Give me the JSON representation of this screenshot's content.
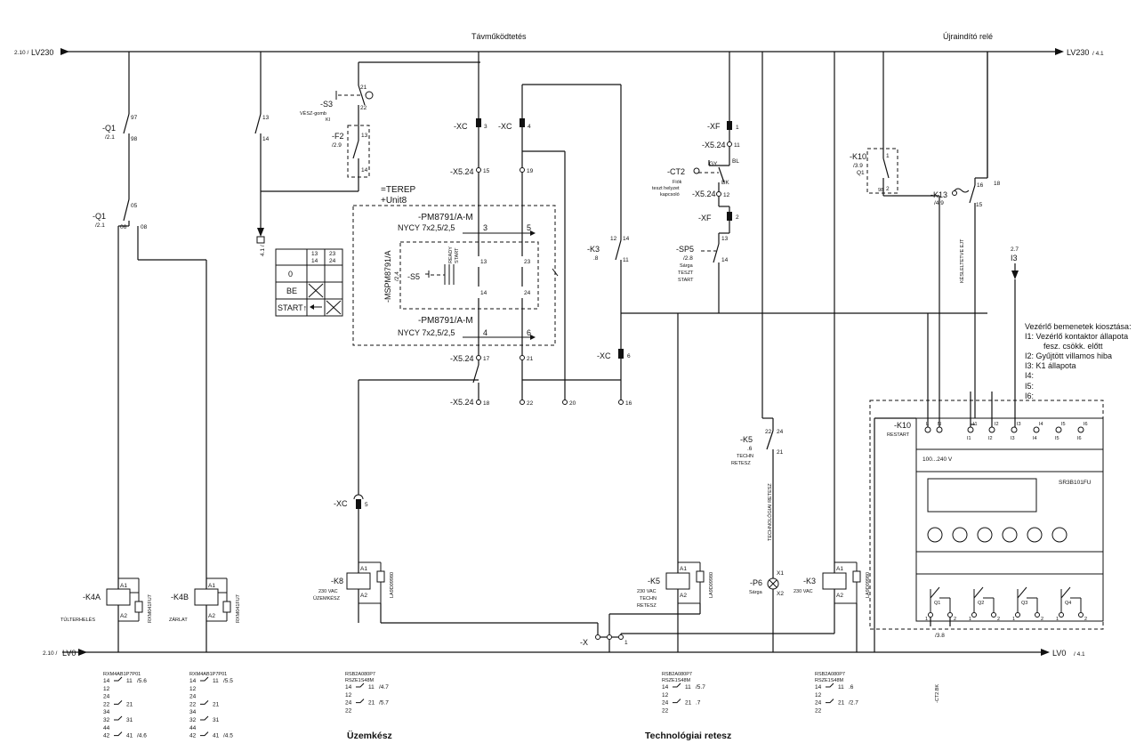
{
  "top": {
    "rail_left_ref": "2.10 /",
    "rail_left": "LV230",
    "rail_right": "LV230",
    "rail_right_ref": "/ 4.1",
    "section_remote": "Távműködtetés",
    "section_restart": "Újraindító relé"
  },
  "bottom": {
    "rail_left_ref": "2.10 /",
    "rail_left": "LV0",
    "rail_right": "LV0",
    "rail_right_ref": "/ 4.1",
    "caption_uzemkesz": "Üzemkész",
    "caption_tech": "Technológiai retesz"
  },
  "q1": {
    "name_top": "-Q1",
    "ref_top": "/2.1",
    "t97": "97",
    "t98": "98",
    "name_mid": "-Q1",
    "ref_mid": "/2.1",
    "t05": "05",
    "t06": "06",
    "t08": "08"
  },
  "s3": {
    "name": "-S3",
    "desc1": "VÉSZ-gomb",
    "desc2": "KI",
    "t21": "21",
    "t22": "22"
  },
  "f2": {
    "name": "-F2",
    "ref": "/2.9",
    "t13": "13",
    "t14": "14"
  },
  "branch13": {
    "t13": "13",
    "t14": "14",
    "ref": "4.1 /"
  },
  "xc": {
    "name": "-XC",
    "t3": "3",
    "t4": "4",
    "t5": "5",
    "t6": "6"
  },
  "x524": {
    "name": "-X5.24",
    "t15": "15",
    "t19": "19",
    "t17": "17",
    "t21": "21",
    "t18": "18",
    "t22": "22",
    "t20": "20",
    "t16": "16",
    "t11": "11",
    "t12": "12"
  },
  "terep": {
    "line1": "=TEREP",
    "line2": "+Unit8"
  },
  "cable": {
    "top_name": "-PM8791/A-M",
    "top_type": "NYCY 7x2,5/2,5",
    "bot_name": "-PM8791/A-M",
    "bot_type": "NYCY 7x2,5/2,5",
    "c3": "3",
    "c5": "5",
    "c4": "4",
    "c6": "6"
  },
  "mspm": {
    "name": "-MSPM8791/A",
    "ref": "/2.4",
    "s5": "-S5",
    "ready": "READY",
    "start": "START",
    "t13": "13",
    "t23": "23",
    "t14": "14",
    "t24": "24"
  },
  "switch_table": {
    "h1": "13\n14",
    "h1a": "13",
    "h1b": "14",
    "h2a": "23",
    "h2b": "24",
    "rows": [
      "0",
      "BE",
      "START↑"
    ]
  },
  "k3_contact": {
    "name": "-K3",
    "ref": ".8",
    "t12": "12",
    "t14": "14",
    "t11": "11"
  },
  "xf": {
    "name": "-XF",
    "t1": "1",
    "t2": "2"
  },
  "ct2": {
    "name": "-CT2",
    "desc1": "Fiók",
    "desc2": "teszt helyzet",
    "desc3": "kapcsoló",
    "gy": "GY",
    "bl": "BL",
    "bk": "BK"
  },
  "sp5": {
    "name": "-SP5",
    "ref": "/2.8",
    "desc1": "Sárga",
    "desc2": "TESZT",
    "desc3": "START",
    "t13": "13",
    "t14": "14"
  },
  "k10_contact": {
    "name": "-K10",
    "ref": "/3.9",
    "ref2": "Q1",
    "t1": "1",
    "t2": "2",
    "t98": "98"
  },
  "k13": {
    "name": "-K13",
    "ref": "/4.9",
    "t16": "16",
    "t18": "18",
    "t15": "15",
    "vert": "KÉSLELTETVE EJT"
  },
  "i3_ref": {
    "ref": "2.7",
    "name": "I3"
  },
  "inputs": {
    "title": "Vezérlő bemenetek kiosztása:",
    "i1a": "I1: Vezérlő kontaktor állapota",
    "i1b": "fesz. csökk. előtt",
    "i2": "I2: Gyűjtött villamos hiba",
    "i3": "I3: K1 állapota",
    "i4": "I4:",
    "i5": "I5:",
    "i6": "I6:"
  },
  "k5_contact": {
    "name": "-K5",
    "ref": ".6",
    "desc1": "TECHN",
    "desc2": "RETESZ",
    "t22": "22",
    "t24": "24",
    "t21": "21"
  },
  "tech_vertical": "TECHNOLÓGIAI RETESZ",
  "k10_relay": {
    "name": "-K10",
    "desc": "RESTART",
    "top_labels": [
      "L",
      "N",
      "I1",
      "I2",
      "I3",
      "I4",
      "I5",
      "I6"
    ],
    "voltage": "100...240 V",
    "model": "SR3B101FU",
    "outputs": [
      "Q1",
      "Q2",
      "Q3",
      "Q4"
    ],
    "out_a": "1",
    "out_b": "2",
    "ref": "/3.8"
  },
  "coils": {
    "k4a": {
      "name": "-K4A",
      "desc": "TÚLTERHELÉS",
      "a1": "A1",
      "a2": "A2",
      "part": "RXM4AB1F7",
      "side": "RXM041FU7"
    },
    "k4b": {
      "name": "-K4B",
      "desc": "ZÁRLAT",
      "a1": "A1",
      "a2": "A2",
      "part": "RXM4AB1F7",
      "side": "RXM041FU7"
    },
    "k8": {
      "name": "-K8",
      "desc1": "230 VAC",
      "desc2": "ÜZEMKÉSZ",
      "a1": "A1",
      "a2": "A2",
      "side": "LA9D09980"
    },
    "k5": {
      "name": "-K5",
      "desc1": "230 VAC",
      "desc2": "TECHN",
      "desc3": "RETESZ",
      "a1": "A1",
      "a2": "A2",
      "side": "LA9D09980"
    },
    "k3": {
      "name": "-K3",
      "desc1": "230 VAC",
      "a1": "A1",
      "a2": "A2",
      "side": "LA9D09980"
    }
  },
  "p6": {
    "name": "-P6",
    "desc": "Sárga",
    "x1": "X1",
    "x2": "X2"
  },
  "x_term": {
    "name": "-X",
    "t1": "1"
  },
  "ct2bk": "-CT2.BK",
  "contact_tables": {
    "k4a": {
      "head1": "RXM4AB1P7P01",
      "head2": "",
      "rows": [
        {
          "a": "14",
          "b": "11",
          "c": "/5.6"
        },
        {
          "a": "12",
          "b": "",
          "c": ""
        },
        {
          "a": "24",
          "b": "",
          "c": ""
        },
        {
          "a": "22",
          "b": "21",
          "c": ""
        },
        {
          "a": "34",
          "b": "",
          "c": ""
        },
        {
          "a": "32",
          "b": "31",
          "c": ""
        },
        {
          "a": "44",
          "b": "",
          "c": ""
        },
        {
          "a": "42",
          "b": "41",
          "c": "/4.6"
        }
      ]
    },
    "k4b": {
      "head1": "RXM4AB1P7P01",
      "head2": "",
      "rows": [
        {
          "a": "14",
          "b": "11",
          "c": "/5.5"
        },
        {
          "a": "12",
          "b": "",
          "c": ""
        },
        {
          "a": "24",
          "b": "",
          "c": ""
        },
        {
          "a": "22",
          "b": "21",
          "c": ""
        },
        {
          "a": "34",
          "b": "",
          "c": ""
        },
        {
          "a": "32",
          "b": "31",
          "c": ""
        },
        {
          "a": "44",
          "b": "",
          "c": ""
        },
        {
          "a": "42",
          "b": "41",
          "c": "/4.5"
        }
      ]
    },
    "k8": {
      "head1": "RSB2A080P7",
      "head2": "RSZE1S48M",
      "rows": [
        {
          "a": "14",
          "b": "11",
          "c": "/4.7"
        },
        {
          "a": "12",
          "b": "",
          "c": ""
        },
        {
          "a": "24",
          "b": "21",
          "c": "/5.7"
        },
        {
          "a": "22",
          "b": "",
          "c": ""
        }
      ]
    },
    "k5": {
      "head1": "RSB2A080P7",
      "head2": "RSZE1S48M",
      "rows": [
        {
          "a": "14",
          "b": "11",
          "c": "/5.7"
        },
        {
          "a": "12",
          "b": "",
          "c": ""
        },
        {
          "a": "24",
          "b": "21",
          "c": ".7"
        },
        {
          "a": "22",
          "b": "",
          "c": ""
        }
      ]
    },
    "k3": {
      "head1": "RSB2A080P7",
      "head2": "RSZE1S48M",
      "rows": [
        {
          "a": "14",
          "b": "11",
          "c": ".6"
        },
        {
          "a": "12",
          "b": "",
          "c": ""
        },
        {
          "a": "24",
          "b": "21",
          "c": "/2.7"
        },
        {
          "a": "22",
          "b": "",
          "c": ""
        }
      ]
    }
  }
}
